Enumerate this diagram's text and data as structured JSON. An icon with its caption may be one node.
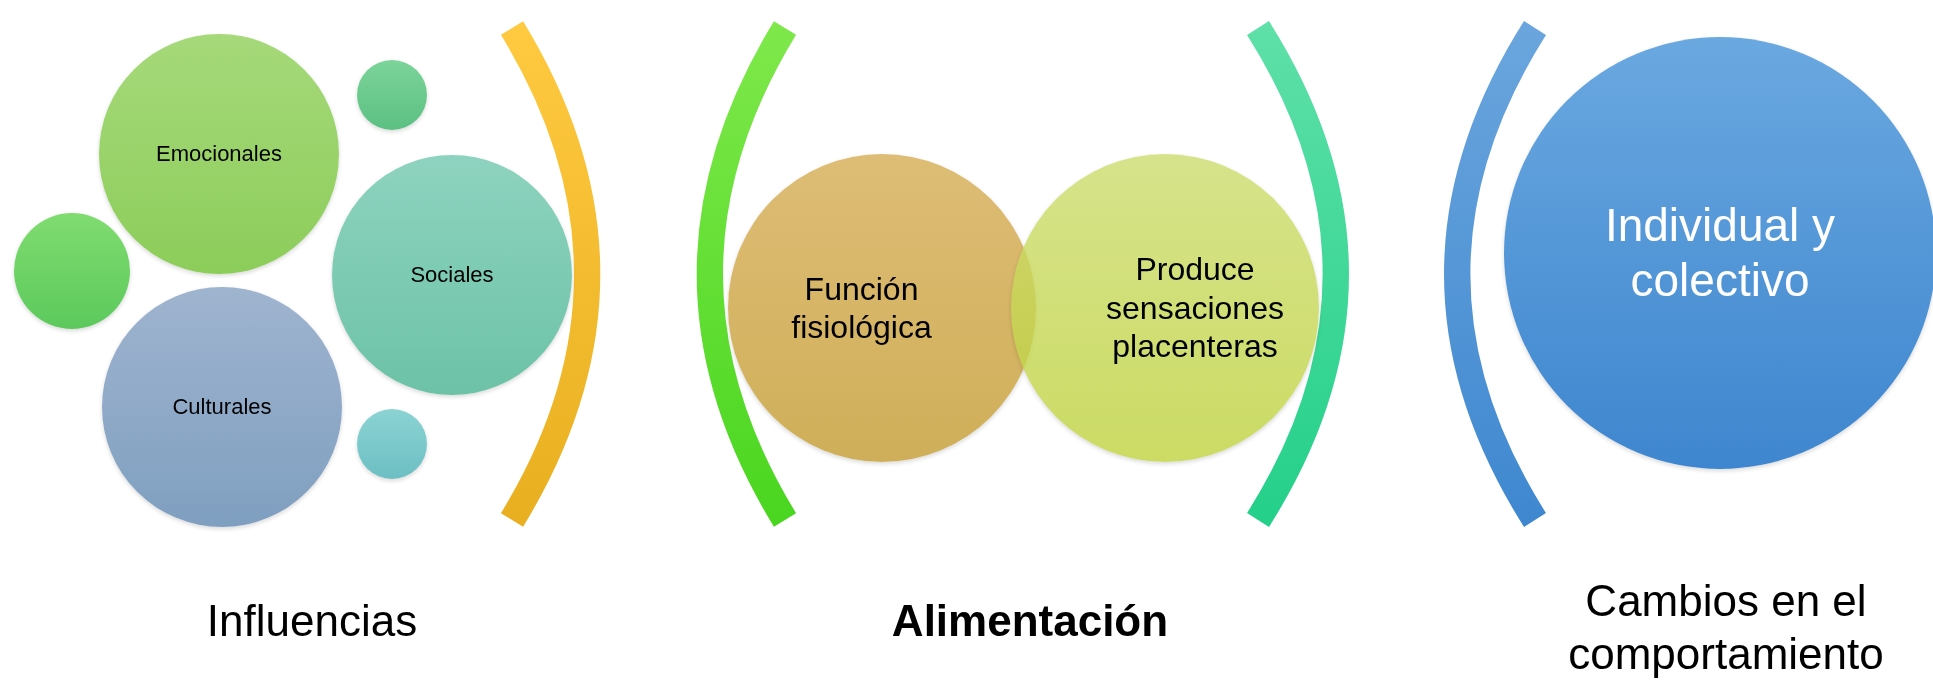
{
  "diagram": {
    "nodes": [
      {
        "text": [
          "Emocionales"
        ]
      },
      {
        "text": [
          "Sociales"
        ]
      },
      {
        "text": [
          "Culturales"
        ]
      },
      {
        "text": [],
        "shape": "circle"
      },
      {
        "text": [],
        "shape": "circle"
      },
      {
        "text": [],
        "shape": "circle"
      },
      {
        "text": [
          "Función fisiológica"
        ]
      },
      {
        "text": [
          "Produce sensaciones placenteras"
        ]
      },
      {
        "text": [
          "Individual y colectivo"
        ]
      }
    ],
    "edges": [],
    "labels": [
      "Influencias",
      "Alimentación",
      "Cambios en el comportamiento"
    ]
  }
}
